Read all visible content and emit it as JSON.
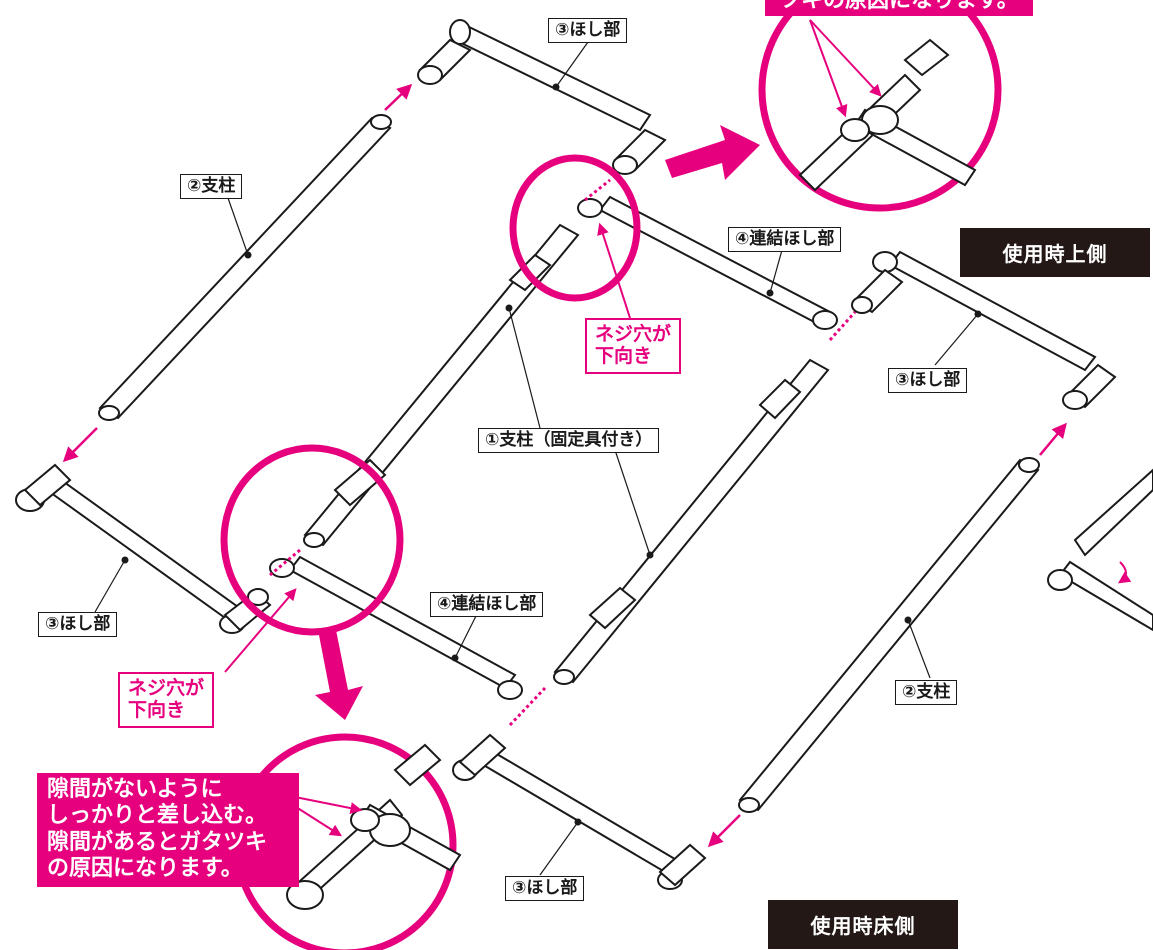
{
  "labels": {
    "hoshi_top": "③ほし部",
    "shichu_left": "②支柱",
    "renketsu_upper": "④連結ほし部",
    "shichu_fixed": "①支柱（固定具付き）",
    "hoshi_left": "③ほし部",
    "renketsu_lower": "④連結ほし部",
    "hoshi_right": "③ほし部",
    "shichu_right": "②支柱",
    "hoshi_bottom": "③ほし部"
  },
  "screw_note_upper": "ネジ穴が\n下向き",
  "screw_note_lower": "ネジ穴が\n下向き",
  "callout_top": "ツキの原因になります。",
  "callout_bottom": "隙間がないように\nしっかりと差し込む。\n隙間があるとガタツキ\nの原因になります。",
  "side_top": "使用時上側",
  "side_bottom": "使用時床側",
  "colors": {
    "accent": "#e6007e",
    "line": "#1a1a1a",
    "dark": "#231815"
  }
}
